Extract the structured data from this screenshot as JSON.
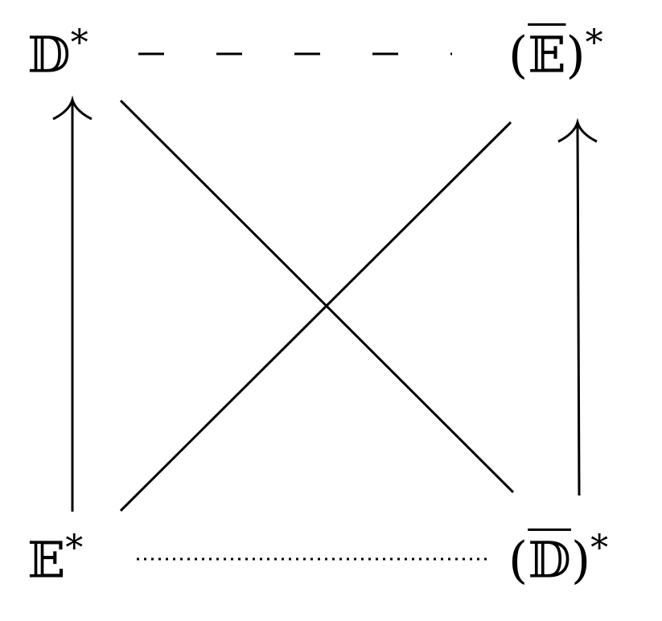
{
  "nodes": {
    "top_left": {
      "symbol": "𝔻",
      "sup": "*"
    },
    "top_right": {
      "open": "(",
      "symbol": "𝔼",
      "close": ")",
      "sup": "*"
    },
    "bottom_left": {
      "symbol": "𝔼",
      "sup": "*"
    },
    "bottom_right": {
      "open": "(",
      "symbol": "𝔻",
      "close": ")",
      "sup": "*"
    }
  },
  "edges": [
    {
      "from": "top_left",
      "to": "top_right",
      "style": "dashed"
    },
    {
      "from": "bottom_left",
      "to": "bottom_right",
      "style": "dotted"
    },
    {
      "from": "bottom_left",
      "to": "top_left",
      "style": "arrow"
    },
    {
      "from": "bottom_right",
      "to": "top_right",
      "style": "arrow"
    },
    {
      "from": "top_left",
      "to": "bottom_right",
      "style": "solid"
    },
    {
      "from": "bottom_left",
      "to": "top_right",
      "style": "solid"
    }
  ],
  "colors": {
    "ink": "#000000",
    "background": "#ffffff"
  }
}
